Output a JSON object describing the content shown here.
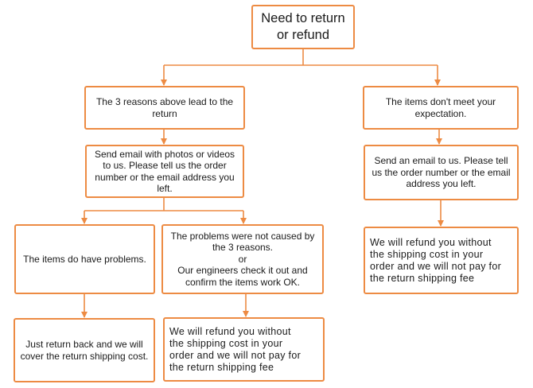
{
  "theme": {
    "accent": "#ed8b43",
    "text": "#1a1a1a",
    "background": "#ffffff"
  },
  "nodes": {
    "root": "Need to return\nor refund",
    "left_reasons": "The 3 reasons above lead to the\nreturn",
    "left_email": "Send email with photos or videos\nto us. Please tell us the order\nnumber or the email address you\nleft.",
    "problems_yes": "The items do have problems.",
    "problems_no": "The problems were not caused by\nthe 3 reasons.\nor\nOur engineers check it out and\nconfirm the items work OK.",
    "return_covered": "Just return back and we will\ncover the return shipping cost.",
    "refund_no_shipping_left": "We will refund you without\nthe shipping cost in your\norder and we will not pay for\nthe return shipping fee",
    "right_expectation": "The items don't meet your\nexpectation.",
    "right_email": "Send an email to us. Please tell\nus the order number or the email\naddress you left.",
    "refund_no_shipping_right": "We will refund you without\nthe shipping cost in your\norder and we will not pay for\nthe return shipping fee"
  }
}
